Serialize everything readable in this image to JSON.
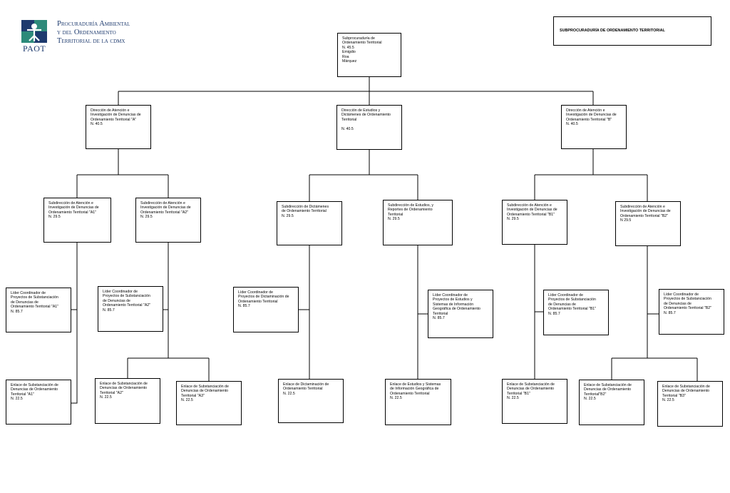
{
  "logo": {
    "acronym": "PAOT",
    "name": "Procuraduría Ambiental\ny del Ordenamiento\nTerritorial de la cdmx",
    "colors": {
      "blue": "#1d3a6e",
      "green": "#2d8a7a"
    }
  },
  "header": {
    "title": "SUBPROCURADURÍA DE ORDENAMIENTO TERRITORIAL"
  },
  "nodes": {
    "root": "Subprocuraduría de\nOrdenamiento Territorial\nN. 45.5\nEmigdio\nRoa\nMárquez",
    "dir_a": "Dirección de Atención e\nInvestigación de Denuncias de\nOrdenamiento Territorial \"A\"\nN. 40.5",
    "dir_est": "Dirección de Estudios y\nDictámenes de Ordenamiento\nTerritorial\n\nN. 40.5",
    "dir_b": "Dirección de Atención e\nInvestigación de Denuncias de\nOrdenamiento Territorial \"B\"\nN. 40.5",
    "sub_a1": "Subdirección de Atención e\nInvestigación de Denuncias de\nOrdenamiento Territorial \"A1\"\nN. 29.5",
    "sub_a2": "Subdirección de Atención e\nInvestigación de Denuncias de\nOrdenamiento Territorial \"A2\"\nN. 29.5",
    "sub_dict": "Subdirección de Dictámenes\nde Ordenamiento Territorial\nN. 29.5",
    "sub_est": "Subdirección de Estudios, y\nReportes de Ordenamiento\nTerritorial\nN. 29.5",
    "sub_b1": "Subdirección de Atención e\nInvestigación de Denuncias de\nOrdenamiento Territorial \"B1\"\nN. 29.5",
    "sub_b2": "Subdirección de Atención e\nInvestigación de Denuncias de\nOrdenamiento Territorial \"B2\"\nN 29.5",
    "lid_a1": "Líder Coordinador de\nProyectos de Substanciación\nde Denuncias de\nOrdenamiento Territorial \"A1\"\nN. 85.7",
    "lid_a2": "Líder Coordinador de\nProyectos de Substanciación\nde Denuncias de\nOrdenamiento Territorial \"A2\"\nN. 85.7",
    "lid_dict": "Líder Coordinador de\nProyectos de Dictaminación de\nOrdenamiento Territorial\nN. 85.7",
    "lid_est": "Líder Coordinador de\nProyectos de Estudios y\nSistemas de Información\nGeográfica de Ordenamiento\nTerritorial\nN. 85.7",
    "lid_b1": "Líder Coordinador de\nProyectos de Substanciación\nde Denuncias de\nOrdenamiento Territorial \"B1\"\nN. 85.7",
    "lid_b2": "Líder Coordinador de\nProyectos de Substanciación\nde Denuncias de\nOrdenamiento Territorial \"B2\"\nN. 85.7",
    "enl_a1": "Enlace de Substanciación de\nDenuncias de Ordenamiento\nTerritorial \"A1\"\nN. 22.5",
    "enl_a2": "Enlace de Substanciación de\nDenuncias de Ordenamiento\nTerritorial \"A2\"\nN. 22.5",
    "enl_a3": "Enlace de Substanciación de\nDenuncias de Ordenamiento\nTerritorial \"A3\"\nN. 22.5",
    "enl_dict": "Enlace de Dictaminación de\nOrdenamiento Territorial\nN. 22.5",
    "enl_est": "Enlace de Estudios y Sistemas\nde Información Geográfica de\nOrdenamiento Territorial\nN. 22.5",
    "enl_b1": "Enlace de Substanciación de\nDenuncias de Ordenamiento\nTerritorial \"B1\"\nN. 22.5",
    "enl_b2": "Enlace de Substanciación de\nDenuncias de Ordenamiento\nTerritorial\"B2\"\nN. 22.5",
    "enl_b3": "Enlace de Substanciación de\nDenuncias de Ordenamiento\nTerritorial \"B3\"\nN. 22.5"
  }
}
